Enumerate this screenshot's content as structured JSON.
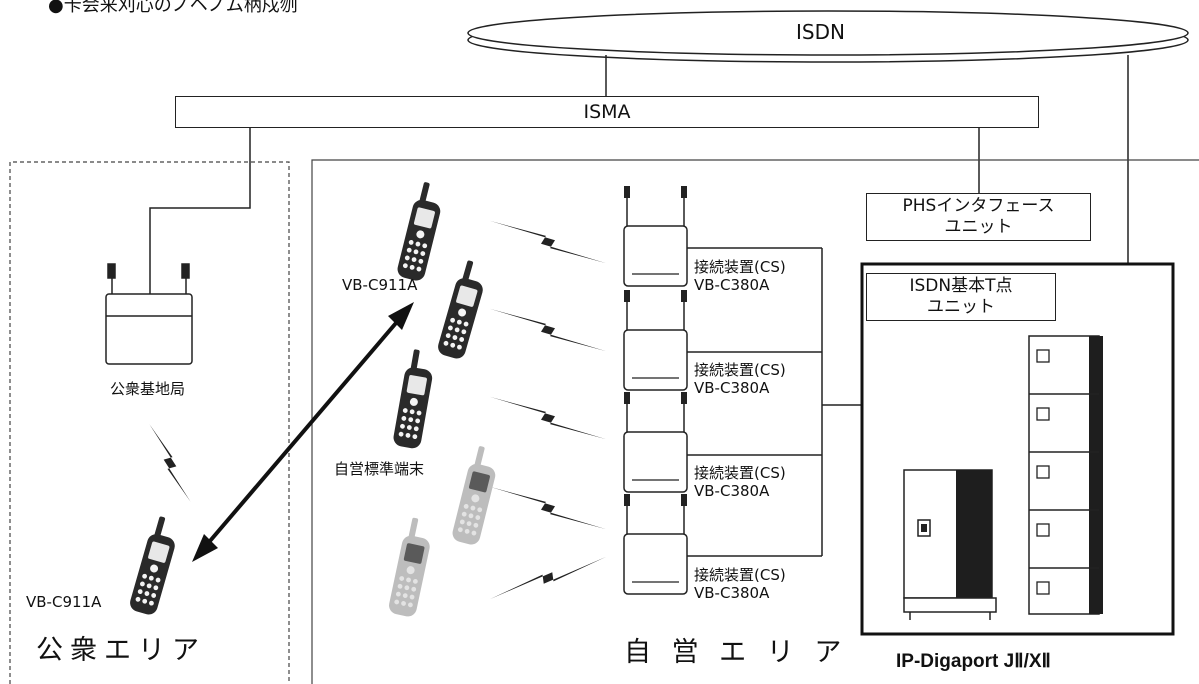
{
  "header_text": "●卡会来刈心のノヘノム柄戍刎",
  "network": {
    "isdn_label": "ISDN",
    "isma_label": "ISMA"
  },
  "phs_interface": {
    "line1": "PHSインタフェース",
    "line2": "ユニット"
  },
  "isdn_t_point": {
    "line1": "ISDN基本T点",
    "line2": "ユニット"
  },
  "system_name": "IP-Digaport JⅡ/XⅡ",
  "public_area": {
    "title": "公衆エリア",
    "base_station_label": "公衆基地局",
    "handset_label": "VB-C911A"
  },
  "private_area": {
    "title": "自 営 エ リ ア",
    "handset_label": "VB-C911A",
    "standard_terminal_label": "自営標準端末",
    "cs_units": [
      {
        "name": "接続装置(CS)",
        "model": "VB-C380A"
      },
      {
        "name": "接続装置(CS)",
        "model": "VB-C380A"
      },
      {
        "name": "接続装置(CS)",
        "model": "VB-C380A"
      },
      {
        "name": "接続装置(CS)",
        "model": "VB-C380A"
      }
    ]
  },
  "colors": {
    "line": "#222222",
    "phone_body": "#2a2a2a",
    "phone_grey": "#b8b8b8",
    "cabinet_dark": "#1e1e1e"
  }
}
